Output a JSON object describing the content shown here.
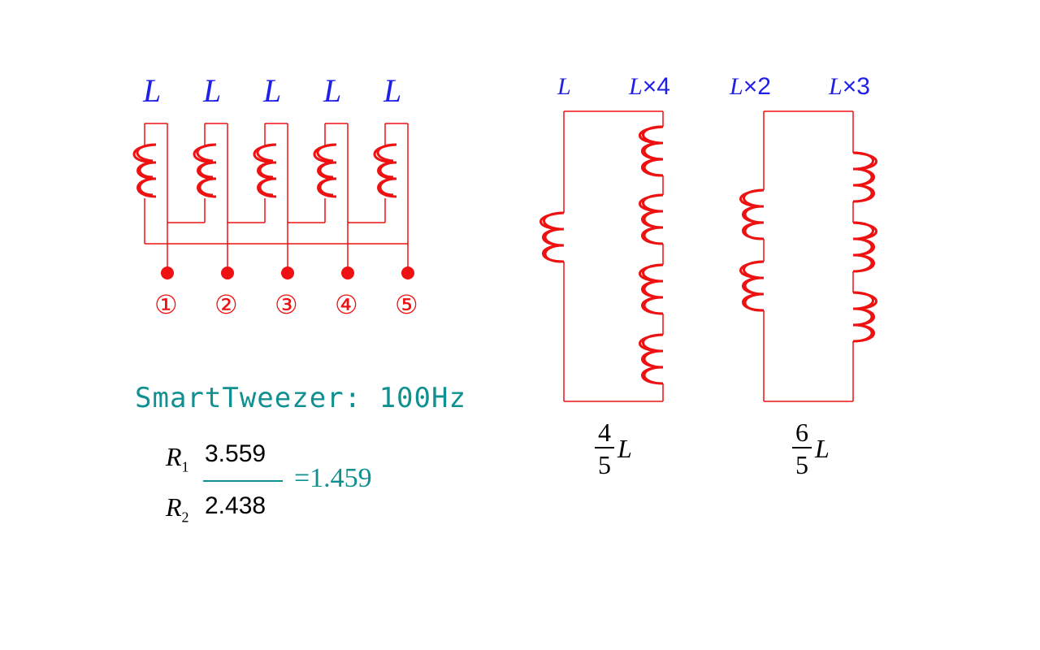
{
  "left_circuit": {
    "inductor_labels": [
      "L",
      "L",
      "L",
      "L",
      "L"
    ],
    "terminals": [
      "①",
      "②",
      "③",
      "④",
      "⑤"
    ]
  },
  "right_circuits": {
    "labels": [
      {
        "var": "L",
        "mult": ""
      },
      {
        "var": "L",
        "mult": "×4"
      },
      {
        "var": "L",
        "mult": "×2"
      },
      {
        "var": "L",
        "mult": "×3"
      }
    ],
    "results": [
      {
        "num": "4",
        "den": "5",
        "var": "L"
      },
      {
        "num": "6",
        "den": "5",
        "var": "L"
      }
    ]
  },
  "measurement": {
    "title": "SmartTweezer: 100Hz",
    "r1_label": "R",
    "r1_sub": "1",
    "r1_value": "3.559",
    "r2_label": "R",
    "r2_sub": "2",
    "r2_value": "2.438",
    "ratio": "=1.459"
  },
  "colors": {
    "inductor": "#ee1111",
    "wire": "#ee1111",
    "label_blue": "#1f1fe8",
    "teal": "#109090"
  }
}
